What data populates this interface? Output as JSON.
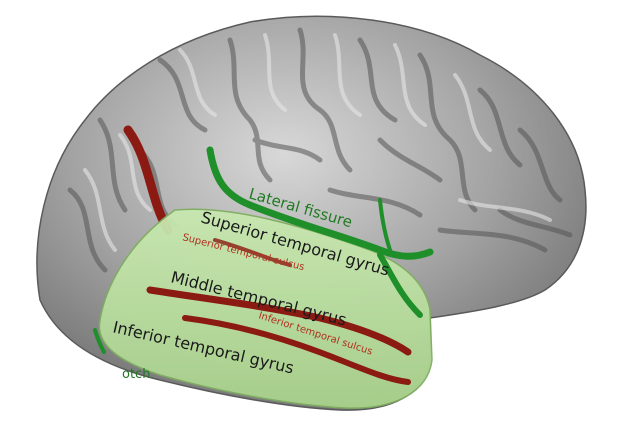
{
  "labels": {
    "lateral_fissure": "Lateral fissure",
    "superior_temporal_gyrus": "Superior temporal gyrus",
    "superior_temporal_sulcus": "Superior temporal sulcus",
    "middle_temporal_gyrus": "Middle temporal gyrus",
    "inferior_temporal_sulcus": "Inferior temporal sulcus",
    "inferior_temporal_gyrus": "Inferior temporal gyrus",
    "preoccipital_notch_partial": "otch"
  },
  "colors": {
    "background": "#ffffff",
    "cortex": "#8c8c8c",
    "cortex_light": "#cfcfcf",
    "sulcus_shadow": "#4a4a4a",
    "temporal_highlight": "#b5dc9a",
    "fissure_green": "#1f8f2a",
    "sulcus_red": "#8b1a12",
    "gyrus_text": "#1a1a1a",
    "sulcus_text": "#b0301f",
    "fissure_text": "#1f7a22"
  }
}
